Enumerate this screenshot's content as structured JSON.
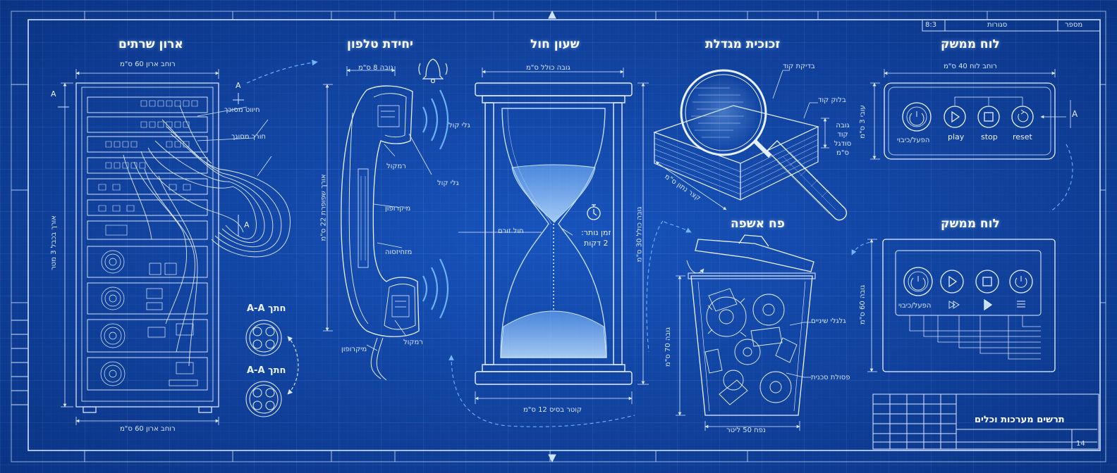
{
  "header_block": {
    "cell_a": "מספר",
    "cell_b": "סגורות",
    "cell_c": "8:3"
  },
  "sections": {
    "server_rack": {
      "title": "ארון שרתים",
      "width_top": "רוחב ארון 60 ס\"מ",
      "width_bottom": "רוחב ארון 60 ס\"מ",
      "height": "אורך בכבל 3 מטר",
      "label_shielded": "חיווט מסוכך",
      "label_sheath": "חורך מסוגך",
      "section_mark": "A",
      "section_top": "חתך A-A",
      "section_bottom": "חתך A-A"
    },
    "phone": {
      "title": "יחידת טלפון",
      "width": "גובה 8 ס\"מ",
      "height": "אורך שפופרת 22 ס\"מ",
      "wave_top": "גלי קול",
      "wave_mid": "גלי קול",
      "speaker_top": "רמקול",
      "mic_mid": "מיקרופון",
      "thread": "מזחיזסוה",
      "speaker_bottom": "רמקול",
      "mic_bottom": "מיקרופון"
    },
    "hourglass": {
      "title": "שעון חול",
      "height_total": "גובה כולל ס\"מ",
      "height_side": "גובה כולל 30 ס\"מ",
      "base": "קוטר בסיס 12 ס\"מ",
      "flow": "חול זורם",
      "time_label": "זמן נותר:",
      "time_value": "2 דקות"
    },
    "magnifier": {
      "title": "זכוכית מגדלת",
      "check": "בדיקת קוד",
      "block": "בלוק קוד",
      "block_height": "גובה קוד סודגל ס\"מ",
      "edge": "קצר נתון ס\"מ"
    },
    "control_top": {
      "title": "לוח ממשק",
      "width": "רוחב לוח 40 ס\"מ",
      "depth": "עובי 3 ס\"מ",
      "buttons": [
        "הפעל/כיבוי",
        "play",
        "stop",
        "reset"
      ],
      "mark": "A"
    },
    "trash": {
      "title": "פח אשפה",
      "height": "גובה 70 ס\"מ",
      "volume": "נפח 50 ליטר",
      "gears": "גלגלי שיניים",
      "scrap": "פסולת סכנית"
    },
    "control_bottom": {
      "title": "לוח ממשק",
      "height": "גובה 60 ס\"מ",
      "label_power": "הפעל/כיבוי"
    }
  },
  "title_block": {
    "title": "תרשים מערכות וכלים",
    "sheet": "14"
  }
}
